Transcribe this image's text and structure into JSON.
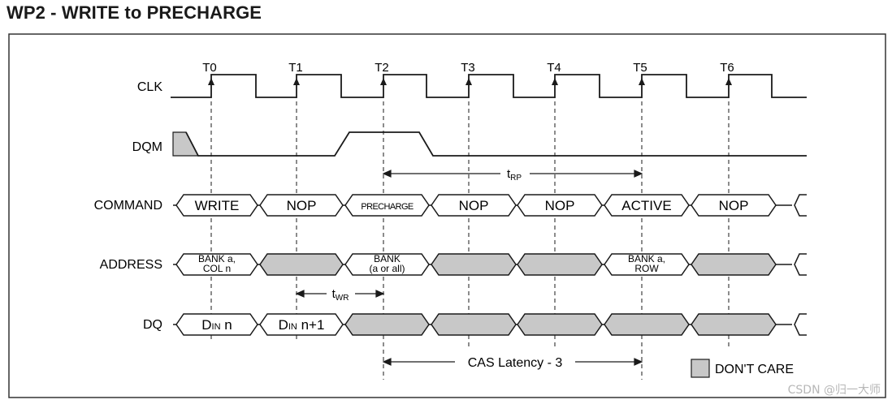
{
  "title": "WP2 - WRITE to PRECHARGE",
  "clock_ticks": [
    "T0",
    "T1",
    "T2",
    "T3",
    "T4",
    "T5",
    "T6"
  ],
  "signals": {
    "clk": "CLK",
    "dqm": "DQM",
    "command": "COMMAND",
    "address": "ADDRESS",
    "dq": "DQ"
  },
  "commands": [
    "WRITE",
    "NOP",
    "PRECHARGE",
    "NOP",
    "NOP",
    "ACTIVE",
    "NOP"
  ],
  "address_values": [
    {
      "line1": "BANK a,",
      "line2": "COL n"
    },
    {
      "line1": "",
      "line2": ""
    },
    {
      "line1": "BANK",
      "line2": "(a or all)"
    },
    {
      "line1": "",
      "line2": ""
    },
    {
      "line1": "",
      "line2": ""
    },
    {
      "line1": "BANK a,",
      "line2": "ROW"
    },
    {
      "line1": "",
      "line2": ""
    }
  ],
  "dq_values": [
    {
      "main": "D",
      "sub": "IN",
      "suffix": " n"
    },
    {
      "main": "D",
      "sub": "IN",
      "suffix": " n+1"
    }
  ],
  "timings": {
    "trp": {
      "main": "t",
      "sub": "RP"
    },
    "twr": {
      "main": "t",
      "sub": "WR"
    },
    "cas": "CAS Latency - 3"
  },
  "legend": {
    "label": "DON'T CARE"
  },
  "watermark": "CSDN @归一大师",
  "colors": {
    "dont_care_fill": "#c8c8c8",
    "line": "#1a1a1a",
    "border": "#333333"
  }
}
